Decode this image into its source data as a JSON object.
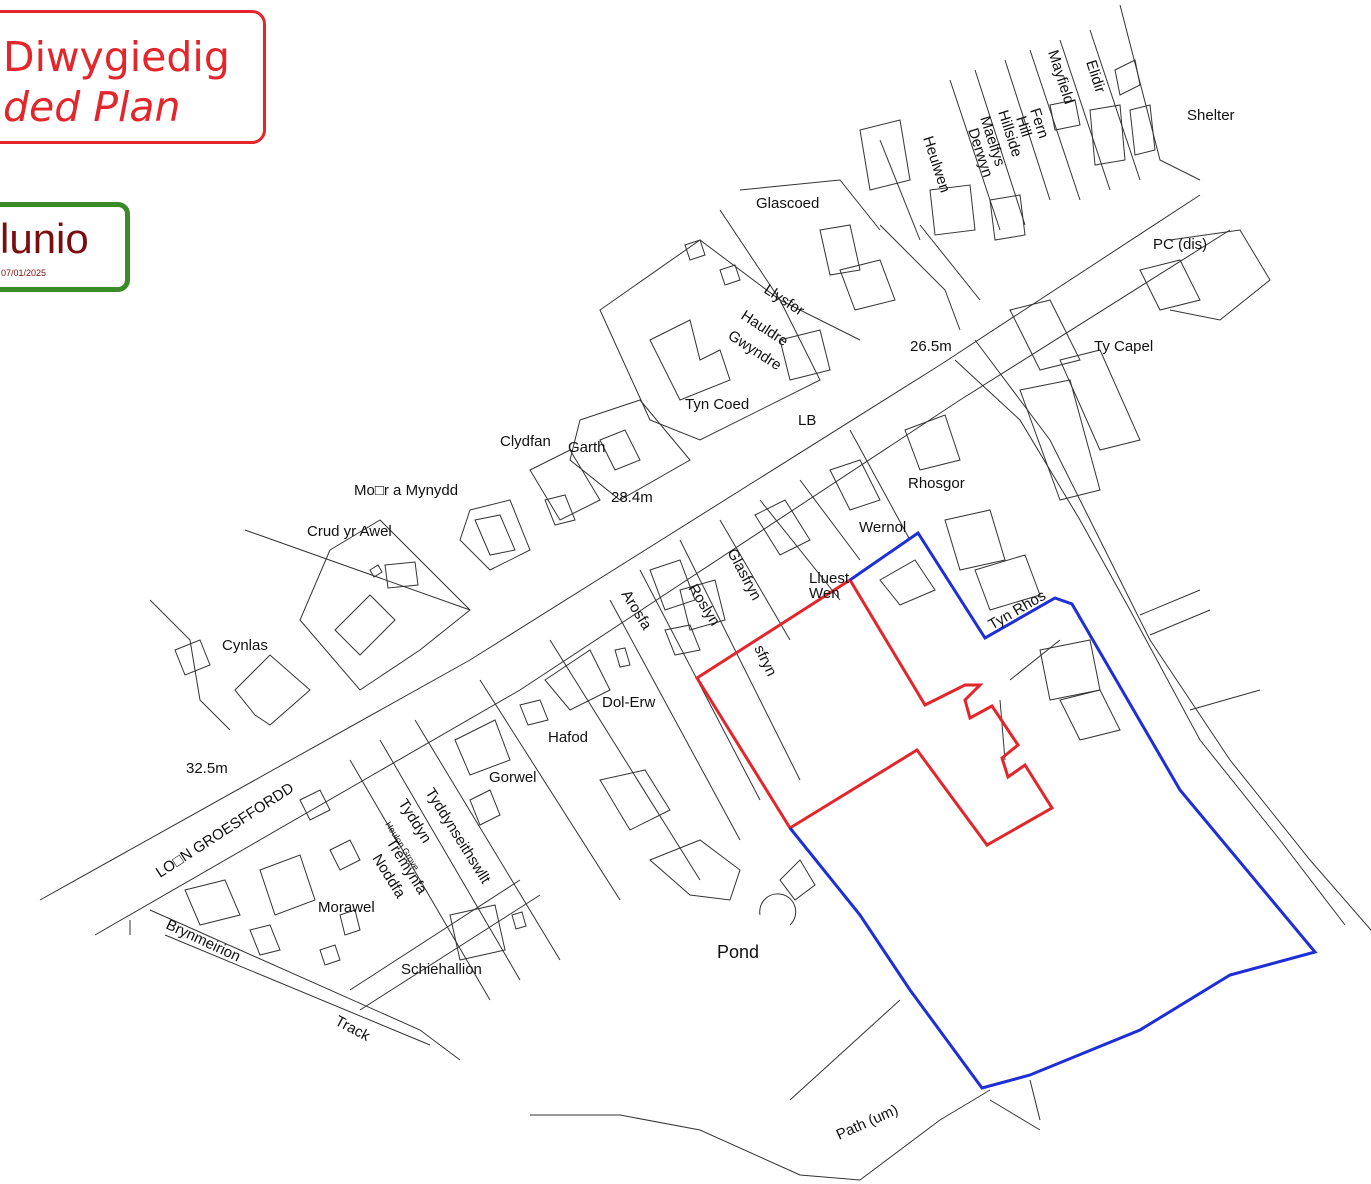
{
  "stamp_revised": {
    "line1": "Diwygiedig",
    "line2": "ded Plan"
  },
  "stamp_status": {
    "word": "lunio",
    "date": "07/01/2025"
  },
  "labels": {
    "shelter": "Shelter",
    "mayfield": "Mayfield",
    "elidir": "Elidir",
    "fern_hill": "Fern",
    "fern_hill2": "Hill",
    "hillside": "Hillside",
    "maelfys": "Maelfys",
    "derwyn": "Derwyn",
    "heulwen": "Heulwen",
    "glascoed": "Glascoed",
    "pc": "PC (dis)",
    "llysfor": "Llysfor",
    "hauldre": "Hauldre",
    "gwyndre": "Gwyndre",
    "height_265": "26.5m",
    "ty_capel": "Ty Capel",
    "tyn_coed": "Tyn Coed",
    "lb": "LB",
    "clydfan": "Clydfan",
    "garth": "Garth",
    "rhosgor": "Rhosgor",
    "mor_a_mynydd": "Mo□r a Mynydd",
    "height_284": "28.4m",
    "crud_yr_awel": "Crud yr Awel",
    "wernol": "Wernol",
    "glasfryn": "Glasfryn",
    "lluest": "Lluest",
    "wen": "Wen",
    "tyn_rhos": "Tyn Rhos",
    "arosfa": "Arosfa",
    "roslyn": "Roslyn",
    "sfryn": "sfryn",
    "cynlas": "Cynlas",
    "dol_erw": "Dol-Erw",
    "hafod": "Hafod",
    "height_325": "32.5m",
    "gorwel": "Gorwel",
    "road_name": "LO□N GROESFFORDD",
    "tyddyn": "Tyddyn",
    "tyddynseithswllt": "Tyddynseithswllt",
    "heulon_grove": "Heulon Grove",
    "tremynfa": "Tremynfa",
    "noddfa": "Noddfa",
    "morawel": "Morawel",
    "brynmeirion": "Brynmeirion",
    "schiehallion": "Schiehallion",
    "pond": "Pond",
    "track": "Track",
    "path": "Path (um)"
  },
  "colors": {
    "red_boundary": "#e3262b",
    "blue_boundary": "#1f2fd6",
    "green_stamp": "#3a8a2a",
    "stamp_text": "#7a0e0e",
    "linework": "#333333"
  }
}
